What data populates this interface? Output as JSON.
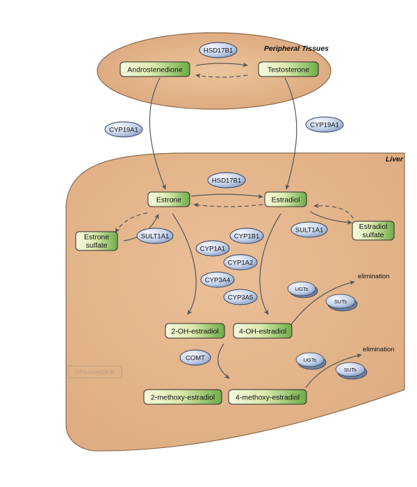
{
  "regions": {
    "peripheral": "Peripheral Tissues",
    "liver": "Liver"
  },
  "watermark": "©PharmGKB",
  "compounds": {
    "androstenedione": "Androstenedione",
    "testosterone": "Testosterone",
    "estrone": "Estrone",
    "estradiol": "Estradiol",
    "estrone_sulfate": [
      "Estrone",
      "sulfate"
    ],
    "estradiol_sulfate": [
      "Estradiol",
      "sulfate"
    ],
    "hydroxy2": "2-OH-estradiol",
    "hydroxy4": "4-OH-estradiol",
    "methoxy2": "2-methoxy-estradiol",
    "methoxy4": "4-methoxy-estradiol"
  },
  "enzymes": {
    "hsd17b1_top": "HSD17B1",
    "cyp19a1_left": "CYP19A1",
    "cyp19a1_right": "CYP19A1",
    "hsd17b1_liver": "HSD17B1",
    "sult1a1_left": "SULT1A1",
    "sult1a1_right": "SULT1A1",
    "cyp1b1": "CYP1B1",
    "cyp1a1": "CYP1A1",
    "cyp1a2": "CYP1A2",
    "cyp3a4": "CYP3A4",
    "cyp3a5": "CYP3A5",
    "comt": "COMT",
    "ugts_1": "UGTs",
    "suts_1": "SUTs",
    "ugts_2": "UGTs",
    "suts_2": "SUTs"
  },
  "labels": {
    "elimination_1": "elimination",
    "elimination_2": "elimination"
  },
  "colors": {
    "peripheral_fill": "#e6b98f",
    "liver_fill": "#e3b48a",
    "compound_light": "#f2f7d0",
    "compound_dark": "#6fae4a",
    "enzyme_light": "#eef2fa",
    "enzyme_dark": "#7f97bf"
  }
}
